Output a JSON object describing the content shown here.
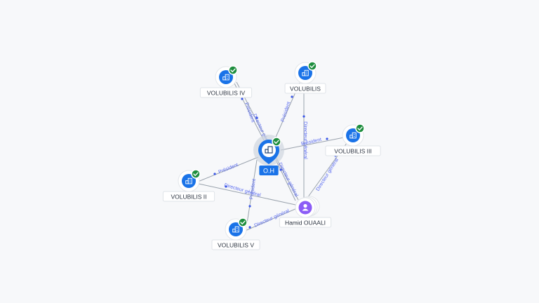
{
  "nodes": [
    {
      "id": "oh",
      "label": "O.H",
      "kind": "company",
      "focus": true,
      "verified": true
    },
    {
      "id": "v4",
      "label": "VOLUBILIS IV",
      "kind": "company",
      "verified": true
    },
    {
      "id": "v1",
      "label": "VOLUBILIS",
      "kind": "company",
      "verified": true
    },
    {
      "id": "v3",
      "label": "VOLUBILIS III",
      "kind": "company",
      "verified": true
    },
    {
      "id": "v2",
      "label": "VOLUBILIS II",
      "kind": "company",
      "verified": true
    },
    {
      "id": "v5",
      "label": "VOLUBILIS V",
      "kind": "company",
      "verified": true
    },
    {
      "id": "ho",
      "label": "Hamid OUAALI",
      "kind": "person"
    }
  ],
  "edges": [
    {
      "from": "oh",
      "to": "v4",
      "label": "Président"
    },
    {
      "from": "ho",
      "to": "v4",
      "label": "Directeur général"
    },
    {
      "from": "oh",
      "to": "v1",
      "label": "Président"
    },
    {
      "from": "ho",
      "to": "v1",
      "label": "Directeur général"
    },
    {
      "from": "oh",
      "to": "v3",
      "label": "Président"
    },
    {
      "from": "ho",
      "to": "v3",
      "label": "Directeur général"
    },
    {
      "from": "oh",
      "to": "v2",
      "label": "Président"
    },
    {
      "from": "ho",
      "to": "v2",
      "label": "Directeur général"
    },
    {
      "from": "oh",
      "to": "v5",
      "label": "Président"
    },
    {
      "from": "ho",
      "to": "v5",
      "label": "Directeur général"
    },
    {
      "from": "ho",
      "to": "oh",
      "label": "Directeur général"
    }
  ],
  "colors": {
    "company": "#1a73e8",
    "person": "#8b5cf6",
    "verified": "#1e8e3e",
    "edge": "#9aa3ad",
    "edge_label": "#5b6cf0"
  }
}
